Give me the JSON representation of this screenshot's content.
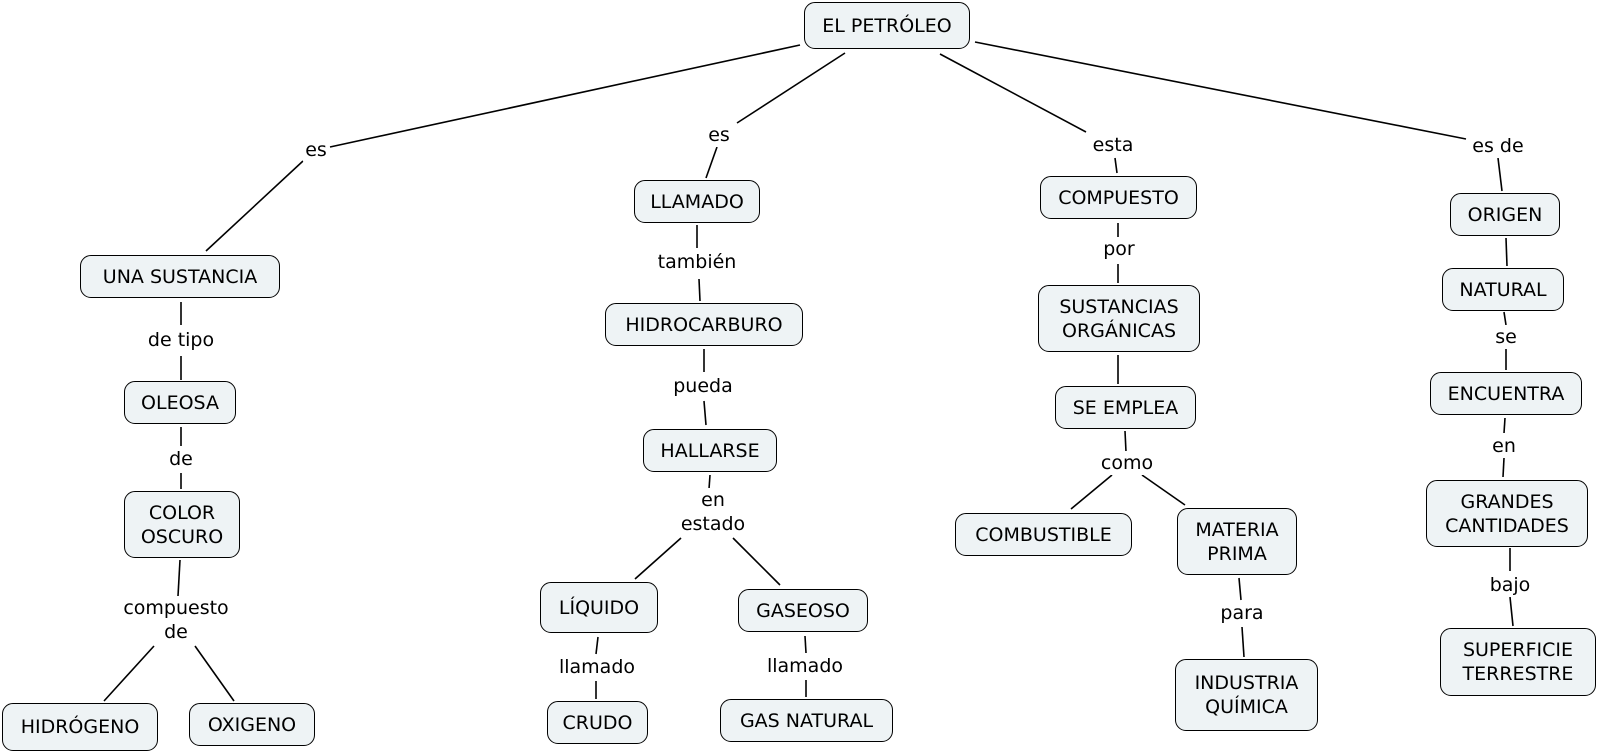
{
  "concepts": {
    "petroleo": "EL PETRÓLEO",
    "una_sustancia": "UNA SUSTANCIA",
    "oleosa": "OLEOSA",
    "color_oscuro": "COLOR\nOSCURO",
    "hidrogeno": "HIDRÓGENO",
    "oxigeno": "OXIGENO",
    "llamado": "LLAMADO",
    "hidrocarburo": "HIDROCARBURO",
    "hallarse": "HALLARSE",
    "liquido": "LÍQUIDO",
    "gaseoso": "GASEOSO",
    "crudo": "CRUDO",
    "gas_natural": "GAS NATURAL",
    "compuesto": "COMPUESTO",
    "sustancias_organicas": "SUSTANCIAS\nORGÁNICAS",
    "se_emplea": "SE EMPLEA",
    "combustible": "COMBUSTIBLE",
    "materia_prima": "MATERIA\nPRIMA",
    "industria_quimica": "INDUSTRIA\nQUÍMICA",
    "origen": "ORIGEN",
    "natural": "NATURAL",
    "encuentra": "ENCUENTRA",
    "grandes_cantidades": "GRANDES\nCANTIDADES",
    "superficie_terrestre": "SUPERFICIE\nTERRESTRE"
  },
  "links": {
    "es_1": "es",
    "de_tipo": "de tipo",
    "de": "de",
    "compuesto_de": "compuesto\nde",
    "es_2": "es",
    "tambien": "también",
    "pueda": "pueda",
    "en_estado": "en\nestado",
    "llamado_1": "llamado",
    "llamado_2": "llamado",
    "esta": "esta",
    "por": "por",
    "como": "como",
    "para": "para",
    "es_de": "es de",
    "se": "se",
    "en": "en",
    "bajo": "bajo"
  }
}
